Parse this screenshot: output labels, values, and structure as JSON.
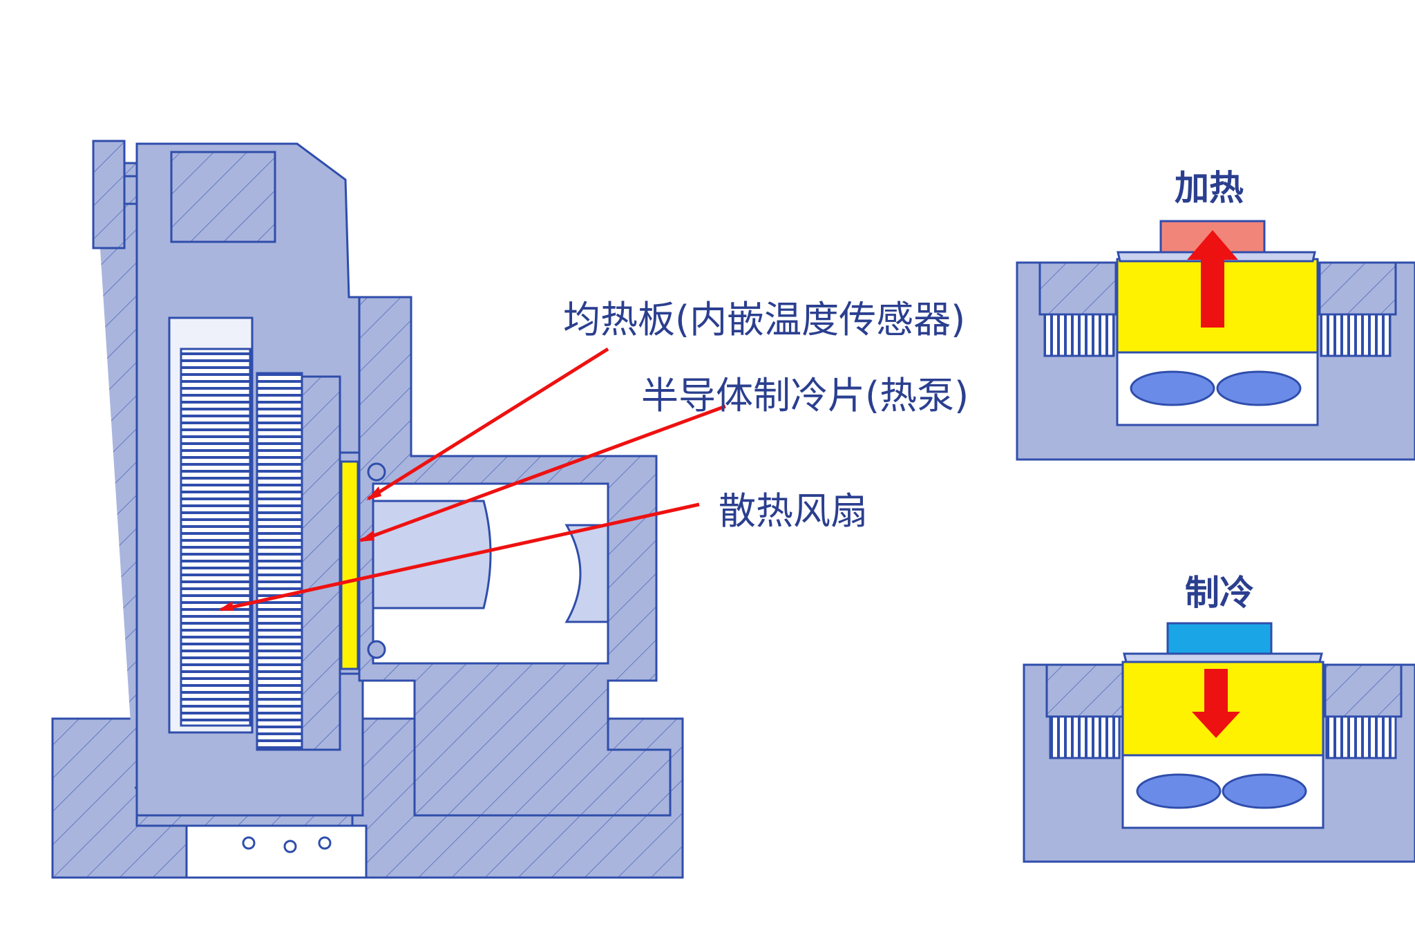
{
  "labels": {
    "vapor_chamber": "均热板(内嵌温度传感器)",
    "tec": "半导体制冷片(热泵)",
    "fan": "散热风扇",
    "heating": "加热",
    "cooling": "制冷"
  },
  "colors": {
    "housing_fill": "#a9b5dd",
    "housing_stroke": "#2f4dab",
    "tec_yellow": "#fff200",
    "callout_red": "#ee1111",
    "text_blue": "#2b3f8f",
    "heat_pad": "#f2857a",
    "cool_pad": "#1aa6e6",
    "fan_blade": "#6b8be8"
  }
}
